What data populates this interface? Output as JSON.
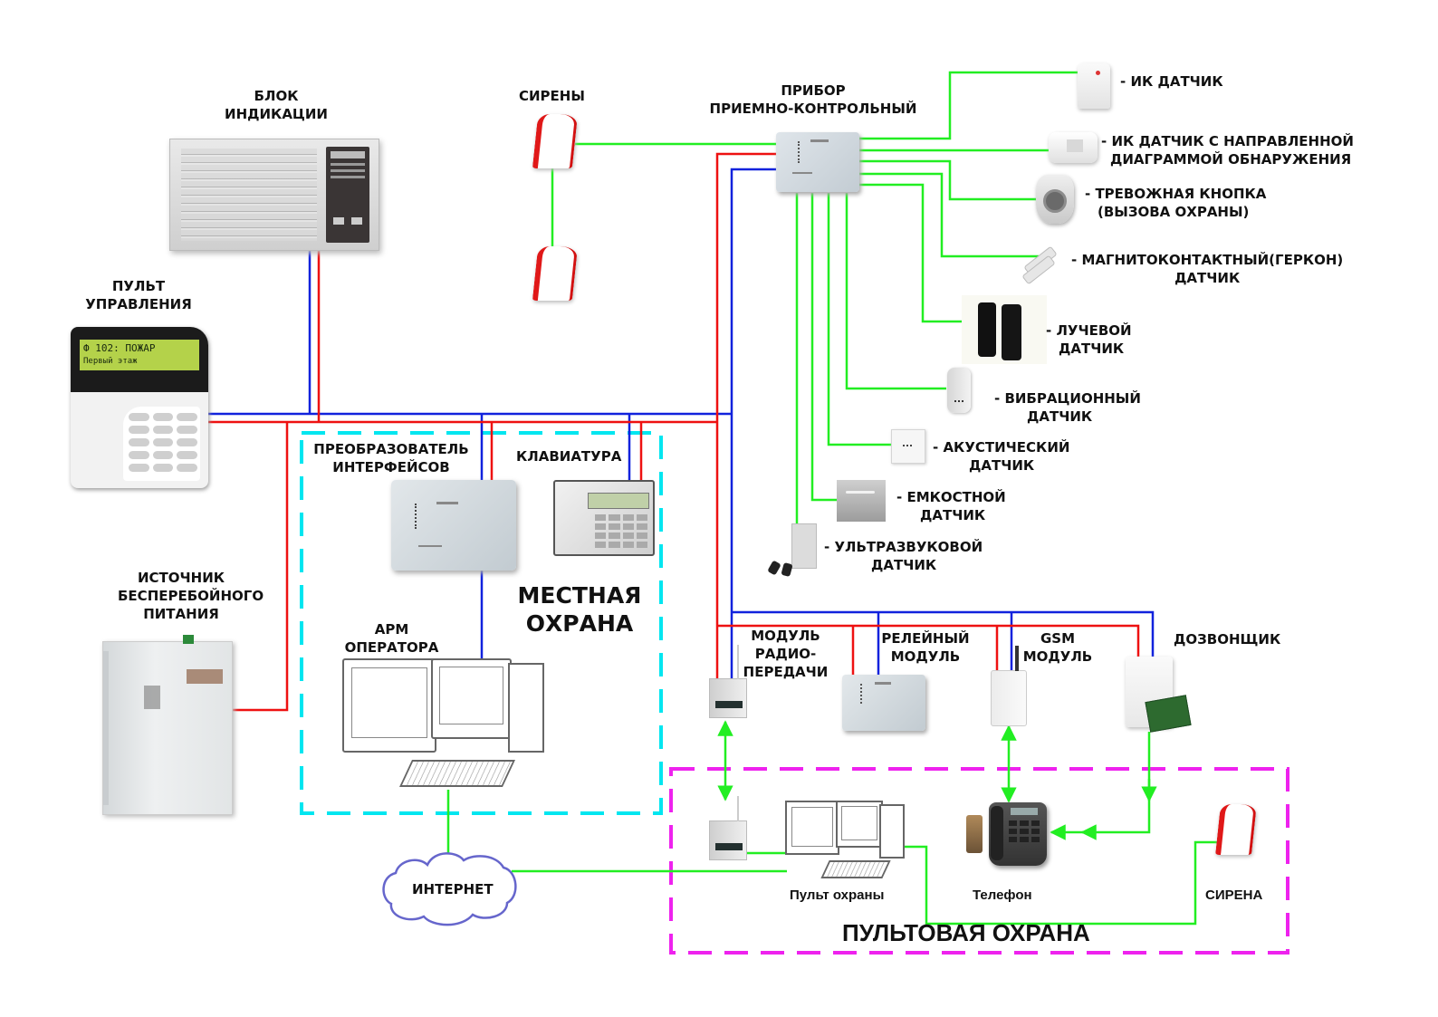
{
  "colors": {
    "signal_line": "#22ee22",
    "power_line": "#ee1111",
    "bus_line": "#1122dd",
    "local_zone_border": "#00e6f0",
    "remote_zone_border": "#ee22ee",
    "cloud_border": "#6666cc"
  },
  "devices": {
    "indication_block": {
      "label_line1": "БЛОК",
      "label_line2": "ИНДИКАЦИИ",
      "icon": "indicator-panel-icon"
    },
    "control_panel": {
      "label_line1": "ПУЛЬТ",
      "label_line2": "УПРАВЛЕНИЯ",
      "lcd_line1": "Ф   102: ПОЖАР",
      "lcd_line2": "Первый этаж",
      "icon": "keypad-lcd-icon"
    },
    "ups": {
      "label_line1": "ИСТОЧНИК",
      "label_line2": "БЕСПЕРЕБОЙНОГО",
      "label_line3": "ПИТАНИЯ",
      "icon": "power-supply-icon"
    },
    "sirens": {
      "label": "СИРЕНЫ",
      "icon": "siren-icon"
    },
    "control_unit": {
      "label_line1": "ПРИБОР",
      "label_line2": "ПРИЕМНО-КОНТРОЛЬНЫЙ",
      "icon": "control-unit-icon"
    },
    "interface_converter": {
      "label_line1": "ПРЕОБРАЗОВАТЕЛЬ",
      "label_line2": "ИНТЕРФЕЙСОВ",
      "icon": "converter-icon"
    },
    "keyboard": {
      "label": "КЛАВИАТУРА",
      "icon": "keypad-icon"
    },
    "operator_workstation": {
      "label_line1": "АРМ",
      "label_line2": "ОПЕРАТОРА",
      "icon": "workstation-icon"
    },
    "radio_module": {
      "label_line1": "МОДУЛЬ",
      "label_line2": "РАДИО-",
      "label_line3": "ПЕРЕДАЧИ",
      "icon": "radio-module-icon"
    },
    "relay_module": {
      "label_line1": "РЕЛЕЙНЫЙ",
      "label_line2": "МОДУЛЬ",
      "icon": "relay-module-icon"
    },
    "gsm_module": {
      "label_line1": "GSM",
      "label_line2": "МОДУЛЬ",
      "icon": "gsm-module-icon"
    },
    "dialer": {
      "label": "ДОЗВОНЩИК",
      "icon": "dialer-icon"
    },
    "internet": {
      "label": "ИНТЕРНЕТ",
      "icon": "cloud-icon"
    }
  },
  "sensors": [
    {
      "line1": "- ИК ДАТЧИК",
      "line2": "",
      "icon": "ir-sensor-icon"
    },
    {
      "line1": "- ИК ДАТЧИК С НАПРАВЛЕННОЙ",
      "line2": "ДИАГРАММОЙ ОБНАРУЖЕНИЯ",
      "icon": "directional-ir-sensor-icon"
    },
    {
      "line1": "- ТРЕВОЖНАЯ КНОПКА",
      "line2": "(ВЫЗОВА ОХРАНЫ)",
      "icon": "panic-button-icon"
    },
    {
      "line1": "- МАГНИТОКОНТАКТНЫЙ(ГЕРКОН)",
      "line2": "ДАТЧИК",
      "icon": "reed-switch-icon"
    },
    {
      "line1": "- ЛУЧЕВОЙ",
      "line2": "ДАТЧИК",
      "icon": "beam-sensor-icon"
    },
    {
      "line1": "- ВИБРАЦИОННЫЙ",
      "line2": "ДАТЧИК",
      "icon": "vibration-sensor-icon"
    },
    {
      "line1": "- АКУСТИЧЕСКИЙ",
      "line2": "ДАТЧИК",
      "icon": "acoustic-sensor-icon"
    },
    {
      "line1": "- ЕМКОСТНОЙ",
      "line2": "ДАТЧИК",
      "icon": "capacitive-sensor-icon"
    },
    {
      "line1": "- УЛЬТРАЗВУКОВОЙ",
      "line2": "ДАТЧИК",
      "icon": "ultrasonic-sensor-icon"
    }
  ],
  "zones": {
    "local": {
      "title_line1": "МЕСТНАЯ",
      "title_line2": "ОХРАНА"
    },
    "remote": {
      "title": "ПУЛЬТОВАЯ ОХРАНА",
      "security_console": "Пульт охраны",
      "phone": "Телефон",
      "siren": "СИРЕНА"
    }
  }
}
